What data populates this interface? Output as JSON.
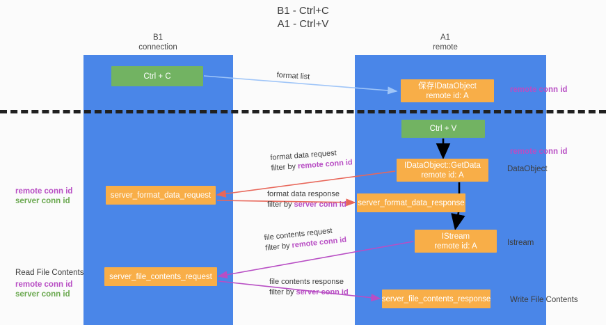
{
  "title": {
    "line1": "B1 - Ctrl+C",
    "line2": "A1 - Ctrl+V"
  },
  "lanes": [
    {
      "id": "b1",
      "name": "B1",
      "subtitle": "connection",
      "color": "#4a86e8"
    },
    {
      "id": "a1",
      "name": "A1",
      "subtitle": "remote",
      "color": "#4a86e8"
    }
  ],
  "colors": {
    "lane": "#4a86e8",
    "green_node": "#72b362",
    "orange_node": "#f8ae48",
    "remote_conn_id": "#b84ec4",
    "server_conn_id": "#6aa84f",
    "arrow_blue": "#9fc5f8",
    "arrow_red": "#e8675a",
    "arrow_magenta": "#b84ec4",
    "arrow_black": "#000000",
    "divider": "#202020"
  },
  "nodes": {
    "ctrl_c": {
      "label": "Ctrl + C",
      "style": "green"
    },
    "save_idataobject": {
      "line1": "保存IDataObject",
      "line2": "remote id: A",
      "style": "orange"
    },
    "ctrl_v": {
      "label": "Ctrl + V",
      "style": "green"
    },
    "getdata": {
      "line1": "IDataObject::GetData",
      "line2": "remote id: A",
      "style": "orange"
    },
    "server_format_data_request": {
      "label": "server_format_data_request",
      "style": "orange"
    },
    "server_format_data_response": {
      "label": "server_format_data_response",
      "style": "orange"
    },
    "istream": {
      "line1": "IStream",
      "line2": "remote id: A",
      "style": "orange"
    },
    "server_file_contents_request": {
      "label": "server_file_contents_request",
      "style": "orange"
    },
    "server_file_contents_response": {
      "label": "server_file_contents_response",
      "style": "orange"
    }
  },
  "edge_labels": {
    "format_list": "format list",
    "format_data_request": "format data request",
    "format_data_request_filter_prefix": "filter by ",
    "format_data_request_filter_key": "remote conn id",
    "format_data_response": "format data response",
    "format_data_response_filter_prefix": "filter by ",
    "format_data_response_filter_key": "server conn id",
    "file_contents_request": "file contents request",
    "file_contents_request_filter_prefix": "filter by ",
    "file_contents_request_filter_key": "remote conn id",
    "file_contents_response": "file contents response",
    "file_contents_response_filter_prefix": "filter by ",
    "file_contents_response_filter_key": "server conn id"
  },
  "annotations": {
    "remote_conn_id_top": "remote conn id",
    "remote_conn_id_mid": "remote conn id",
    "dataobject": "DataObject",
    "istream": "Istream",
    "write_file_contents": "Write File Contents",
    "read_file_contents": "Read File Contents",
    "left_remote_conn_id_1": "remote conn id",
    "left_server_conn_id_1": "server conn id",
    "left_remote_conn_id_2": "remote conn id",
    "left_server_conn_id_2": "server conn id"
  }
}
